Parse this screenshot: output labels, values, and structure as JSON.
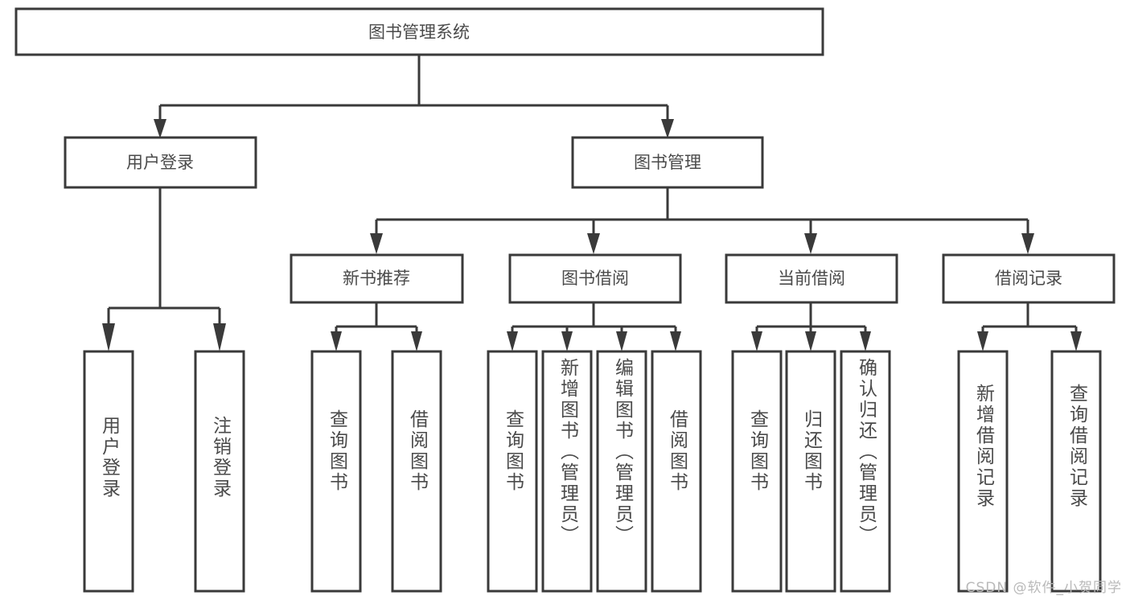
{
  "diagram": {
    "type": "tree",
    "title": "图书管理系统",
    "root": {
      "id": "root",
      "label": "图书管理系统",
      "orientation": "horizontal"
    },
    "level1": [
      {
        "id": "user-login",
        "label": "用户登录",
        "orientation": "horizontal"
      },
      {
        "id": "book-manage",
        "label": "图书管理",
        "orientation": "horizontal"
      }
    ],
    "level2": [
      {
        "id": "new-book-recommend",
        "label": "新书推荐",
        "orientation": "horizontal",
        "parent": "book-manage"
      },
      {
        "id": "book-borrow",
        "label": "图书借阅",
        "orientation": "horizontal",
        "parent": "book-manage"
      },
      {
        "id": "current-borrow",
        "label": "当前借阅",
        "orientation": "horizontal",
        "parent": "book-manage"
      },
      {
        "id": "borrow-record",
        "label": "借阅记录",
        "orientation": "horizontal",
        "parent": "book-manage"
      }
    ],
    "leaves": [
      {
        "id": "leaf-user-login",
        "label": "用户登录",
        "orientation": "vertical",
        "parent": "user-login"
      },
      {
        "id": "leaf-logout",
        "label": "注销登录",
        "orientation": "vertical",
        "parent": "user-login"
      },
      {
        "id": "leaf-query-book-1",
        "label": "查询图书",
        "orientation": "vertical",
        "parent": "new-book-recommend"
      },
      {
        "id": "leaf-borrow-book-1",
        "label": "借阅图书",
        "orientation": "vertical",
        "parent": "new-book-recommend"
      },
      {
        "id": "leaf-query-book-2",
        "label": "查询图书",
        "orientation": "vertical",
        "parent": "book-borrow"
      },
      {
        "id": "leaf-add-book",
        "label": "新增图书（管理员）",
        "orientation": "vertical",
        "parent": "book-borrow"
      },
      {
        "id": "leaf-edit-book",
        "label": "编辑图书（管理员）",
        "orientation": "vertical",
        "parent": "book-borrow"
      },
      {
        "id": "leaf-borrow-book-2",
        "label": "借阅图书",
        "orientation": "vertical",
        "parent": "book-borrow"
      },
      {
        "id": "leaf-query-book-3",
        "label": "查询图书",
        "orientation": "vertical",
        "parent": "current-borrow"
      },
      {
        "id": "leaf-return-book",
        "label": "归还图书",
        "orientation": "vertical",
        "parent": "current-borrow"
      },
      {
        "id": "leaf-confirm-return",
        "label": "确认归还（管理员）",
        "orientation": "vertical",
        "parent": "current-borrow"
      },
      {
        "id": "leaf-add-record",
        "label": "新增借阅记录",
        "orientation": "vertical",
        "parent": "borrow-record"
      },
      {
        "id": "leaf-query-record",
        "label": "查询借阅记录",
        "orientation": "vertical",
        "parent": "borrow-record"
      }
    ]
  },
  "watermark": {
    "text": "CSDN @软件_小贺同学"
  },
  "colors": {
    "stroke": "#3a3a3a",
    "text": "#4a4a4a",
    "background": "#ffffff",
    "watermark": "#b9b9b9"
  }
}
